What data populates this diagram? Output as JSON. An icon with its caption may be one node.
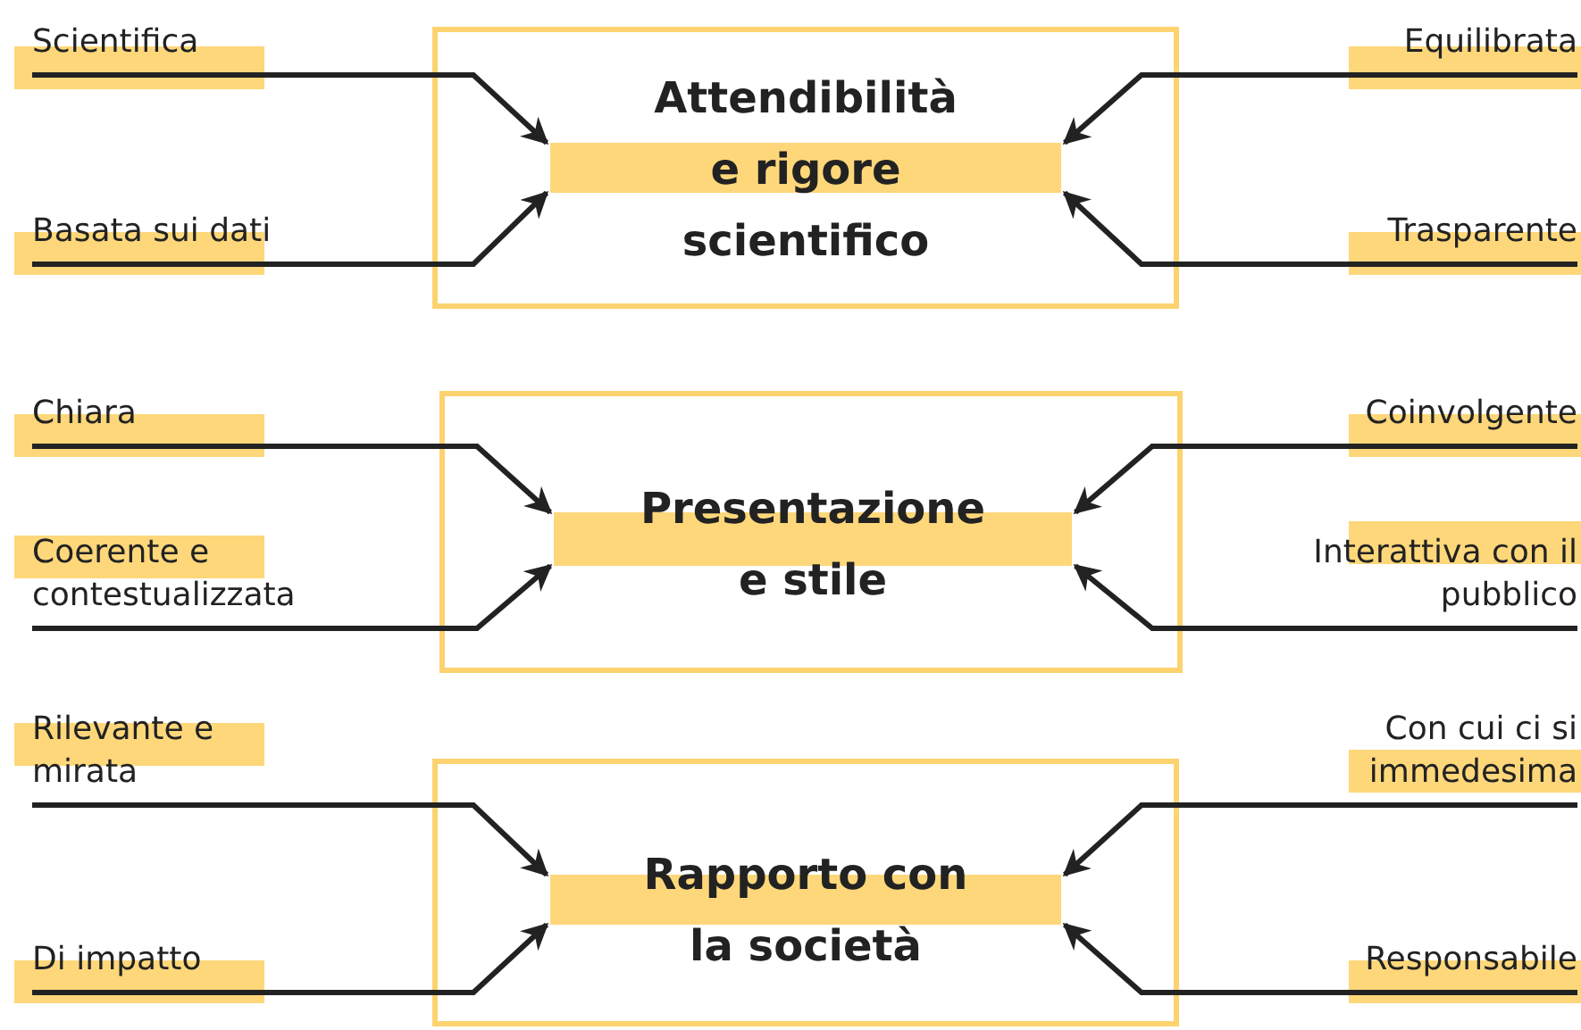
{
  "diagram": {
    "nodes": [
      {
        "text": [],
        "shape": "box"
      },
      {
        "text": [
          "Attendibilità e rigore scientifico"
        ],
        "in": 0
      },
      {
        "text": [
          "Scientifica"
        ]
      },
      {
        "text": [
          "Basata sui dati"
        ]
      },
      {
        "text": [
          "Equilibrata"
        ]
      },
      {
        "text": [
          "Trasparente"
        ]
      },
      {
        "text": [],
        "shape": "box"
      },
      {
        "text": [
          "Presentazione e stile"
        ],
        "in": 6
      },
      {
        "text": [
          "Chiara"
        ]
      },
      {
        "text": [
          "Coerente e contestualizzata"
        ]
      },
      {
        "text": [
          "Coinvolgente"
        ]
      },
      {
        "text": [
          "Interattiva con il pubblico"
        ]
      },
      {
        "text": [],
        "shape": "box"
      },
      {
        "text": [
          "Rapporto con la società"
        ],
        "in": 12
      },
      {
        "text": [
          "Rilevante e mirata"
        ]
      },
      {
        "text": [
          "Di impatto"
        ]
      },
      {
        "text": [
          "Con cui ci si immedesima"
        ]
      },
      {
        "text": [
          "Responsabile"
        ]
      }
    ],
    "edges": [
      {
        "from": 2,
        "to": 1,
        "arrow": "to"
      },
      {
        "from": 3,
        "to": 1,
        "arrow": "to"
      },
      {
        "from": 4,
        "to": 1,
        "arrow": "to"
      },
      {
        "from": 5,
        "to": 1,
        "arrow": "to"
      },
      {
        "from": 8,
        "to": 7,
        "arrow": "to"
      },
      {
        "from": 9,
        "to": 7,
        "arrow": "to"
      },
      {
        "from": 10,
        "to": 7,
        "arrow": "to"
      },
      {
        "from": 11,
        "to": 7,
        "arrow": "to"
      },
      {
        "from": 14,
        "to": 13,
        "arrow": "to"
      },
      {
        "from": 15,
        "to": 13,
        "arrow": "to"
      },
      {
        "from": 16,
        "to": 13,
        "arrow": "to"
      },
      {
        "from": 17,
        "to": 13,
        "arrow": "to"
      }
    ]
  }
}
